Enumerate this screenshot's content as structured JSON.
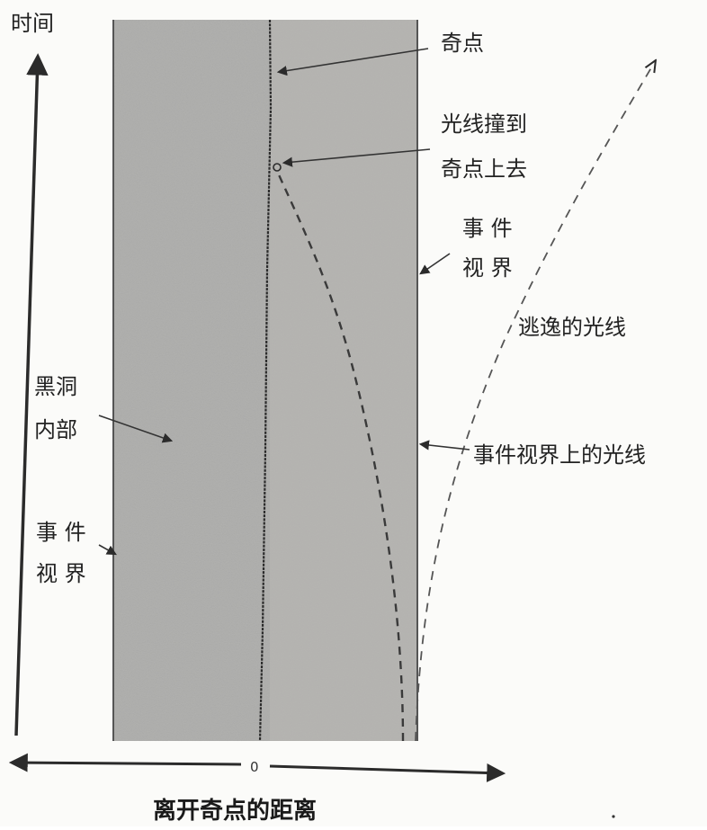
{
  "axes": {
    "y_label": "时间",
    "x_label": "离开奇点的距离",
    "origin_label": "0"
  },
  "labels": {
    "singularity": "奇点",
    "light_hits_singularity_line1": "光线撞到",
    "light_hits_singularity_line2": "奇点上去",
    "event_horizon_right_line1": "事 件",
    "event_horizon_right_line2": "视 界",
    "escaping_light": "逃逸的光线",
    "black_hole_interior_line1": "黑洞",
    "black_hole_interior_line2": "内部",
    "light_on_event_horizon": "事件视界上的光线",
    "event_horizon_left_line1": "事 件",
    "event_horizon_left_line2": "视 界"
  },
  "colors": {
    "interior_fill": "#a9a9a7",
    "line": "#2b2b2b"
  }
}
